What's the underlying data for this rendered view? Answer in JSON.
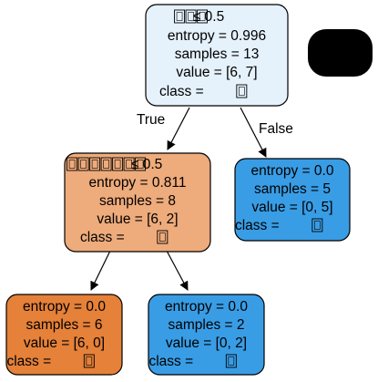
{
  "tree": {
    "edge_true_label": "True",
    "edge_false_label": "False",
    "nodes": {
      "root": {
        "lines": [
          "□□□ ≤ 0.5",
          "entropy = 0.996",
          "samples = 13",
          "value = [6, 7]",
          "class = □"
        ],
        "fill": "#e5f1fb"
      },
      "left": {
        "lines": [
          "□□□□□□□ ≤ 0.5",
          "entropy = 0.811",
          "samples = 8",
          "value = [6, 2]",
          "class = □"
        ],
        "fill": "#eeab7b"
      },
      "right": {
        "lines": [
          "entropy = 0.0",
          "samples = 5",
          "value = [0, 5]",
          "class = □"
        ],
        "fill": "#399de5"
      },
      "left_left": {
        "lines": [
          "entropy = 0.0",
          "samples = 6",
          "value = [6, 0]",
          "class = □"
        ],
        "fill": "#e58139"
      },
      "left_right": {
        "lines": [
          "entropy = 0.0",
          "samples = 2",
          "value = [0, 2]",
          "class = □"
        ],
        "fill": "#399de5"
      }
    },
    "legend_blob_color": "#000000"
  }
}
